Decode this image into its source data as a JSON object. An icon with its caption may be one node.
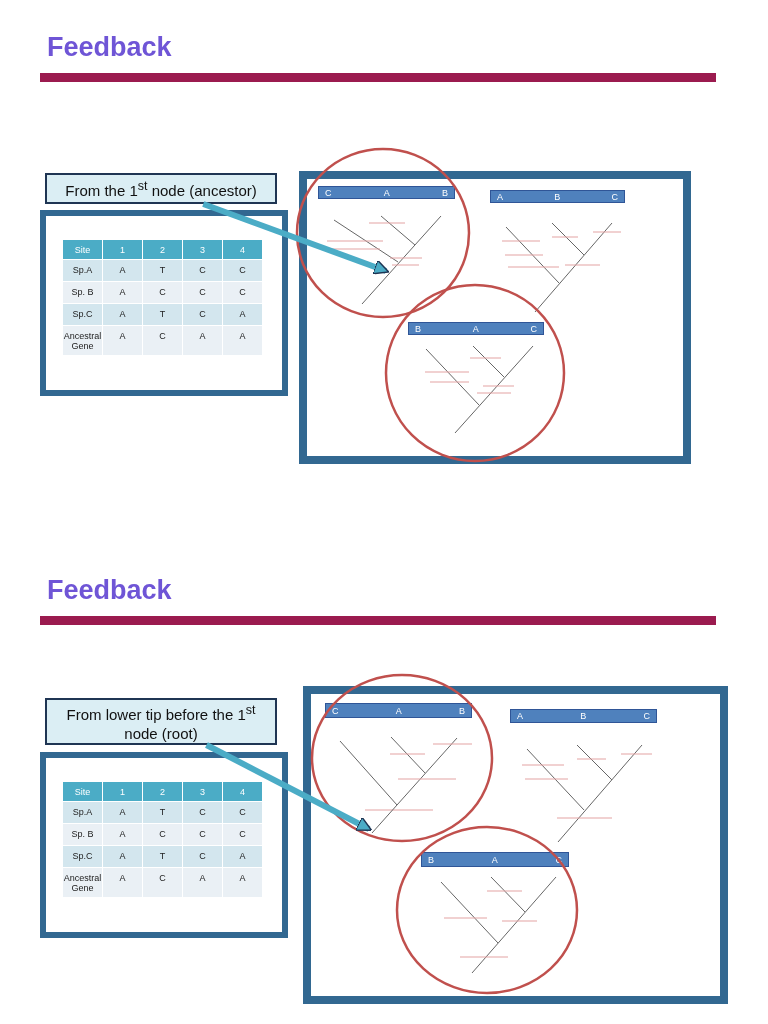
{
  "diagram": {
    "nodes": [
      {
        "text": [
          "From the 1$^{st}$ node (ancestor)"
        ]
      },
      {
        "text": [
          "C",
          "A",
          "B"
        ]
      },
      {
        "text": [
          "A",
          "B",
          "C"
        ]
      },
      {
        "text": [
          "B",
          "A",
          "C"
        ]
      },
      {
        "text": [],
        "shape": "line"
      },
      {
        "text": [
          "From lower tip before the 1$^{st}$ node (root)"
        ]
      },
      {
        "text": [
          "C",
          "A",
          "B"
        ]
      },
      {
        "text": [
          "A",
          "B",
          "C"
        ]
      },
      {
        "text": [
          "B",
          "A",
          "C"
        ]
      },
      {
        "text": [],
        "shape": "line"
      }
    ],
    "edges": [
      {
        "from": 0,
        "to": 4,
        "arrow": "to"
      },
      {
        "from": 5,
        "to": 9,
        "arrow": "to"
      }
    ],
    "labels": [
      "Feedback",
      "Site",
      "1",
      "2",
      "3",
      "4",
      "Sp.A",
      "A",
      "T",
      "C",
      "C",
      "Sp. B",
      "A",
      "C",
      "C",
      "C",
      "Sp.C",
      "A",
      "T",
      "C",
      "A",
      "Ancestral Gene",
      "A",
      "C",
      "A",
      "A",
      "Feedback",
      "Site",
      "1",
      "2",
      "3",
      "4",
      "Sp.A",
      "A",
      "T",
      "C",
      "C",
      "Sp. B",
      "A",
      "C",
      "C",
      "C",
      "Sp.C",
      "A",
      "T",
      "C",
      "A",
      "Ancestral Gene",
      "A",
      "C",
      "A",
      "A"
    ]
  }
}
